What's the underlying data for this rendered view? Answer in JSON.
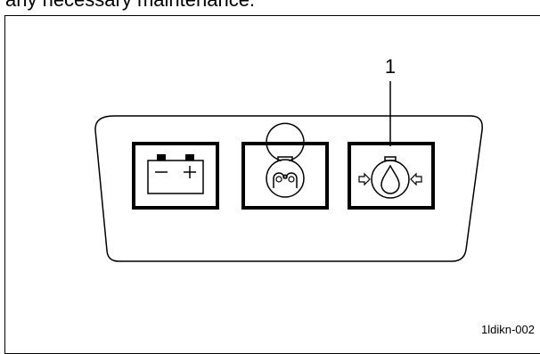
{
  "document": {
    "intro_text": "any necessary maintenance."
  },
  "figure": {
    "callout_number": "1",
    "figure_id": "1ldikn-002",
    "indicators": [
      {
        "icon": "battery-charge-warning-icon",
        "callout": ""
      },
      {
        "icon": "glow-plug-indicator-icon",
        "callout": ""
      },
      {
        "icon": "engine-oil-pressure-warning-icon",
        "callout": "1"
      }
    ],
    "colors": {
      "line": "#000000",
      "background": "#ffffff"
    }
  }
}
